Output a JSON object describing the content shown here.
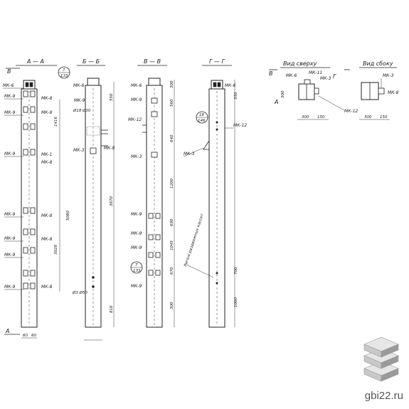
{
  "sections": [
    {
      "title": "А — А",
      "edge_mark": "В",
      "callout_num": "7",
      "callout_sheet": "133"
    },
    {
      "title": "Б — Б"
    },
    {
      "title": "В — В"
    },
    {
      "title": "Г — Г"
    }
  ],
  "labels_a": {
    "left": [
      "МК-6",
      "МК-9",
      "МК-9",
      "МК-9",
      "МК-9",
      "МК-9",
      "МК-9",
      "МК-9"
    ],
    "right": [
      "МК-8",
      "МК-8",
      "МК-1",
      "МК-8",
      "МК-8",
      "МК-8",
      "МК-8"
    ],
    "dims": [
      "1416",
      "5080",
      "3028"
    ],
    "bottom": [
      "А",
      "60",
      "60"
    ]
  },
  "labels_b": {
    "left": [
      "МК-6",
      "МК-9",
      "МК-3"
    ],
    "small": "Ø18 Ø30",
    "right": "МК-8",
    "dims": [
      "550",
      "3870",
      "810"
    ],
    "bottom_ann": "Ø3 Ø50"
  },
  "labels_v": {
    "left": [
      "МК-6",
      "МК-9",
      "МК-12",
      "МК-3",
      "МК-9",
      "МК-9",
      "МК-9",
      "МК-9"
    ],
    "dims": [
      "300",
      "560",
      "640",
      "1200",
      "690",
      "1045",
      "670",
      "300"
    ],
    "callout_num": "7",
    "callout_sheet": "133"
  },
  "labels_g": {
    "top": "МК-6",
    "dims_r": [
      "330",
      "700",
      "1000"
    ],
    "callout_num": "18",
    "callout_sheet": "146",
    "mk12": "МК-12",
    "mk3": "МК-3",
    "note": "Ригелі раздвижных кассет"
  },
  "top_view": {
    "title": "Вид сверху",
    "section_mark": "Г",
    "marks": [
      "В",
      "А"
    ],
    "labels": [
      "МК-6",
      "МК-11",
      "МК-3",
      "МК-12"
    ],
    "dims": [
      "300",
      "150",
      "300"
    ]
  },
  "side_view": {
    "title": "Вид сбоку",
    "labels": [
      "МК-3",
      "МК-8"
    ],
    "dims": [
      "300",
      "150"
    ]
  },
  "watermark": "gbi22.ru",
  "logo_colors": {
    "light": "#e6e6e6",
    "mid": "#c8c8c8",
    "dark": "#9a9a9a"
  }
}
